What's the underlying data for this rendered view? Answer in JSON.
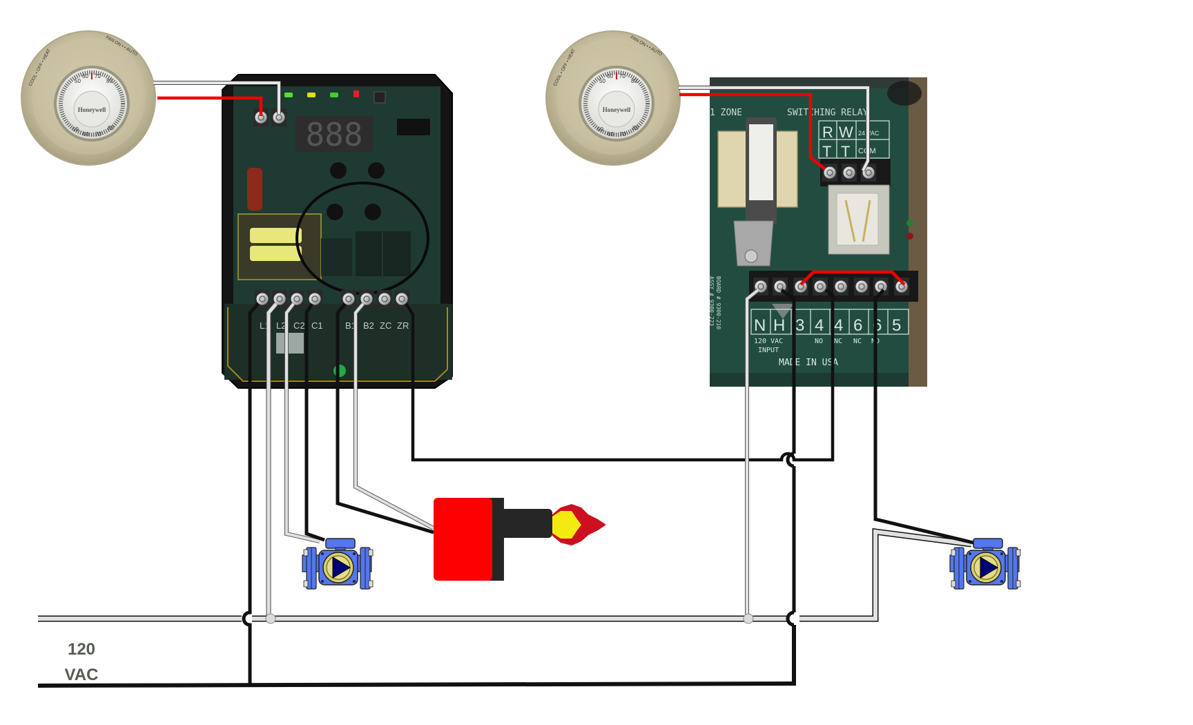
{
  "diagram": {
    "title": "Boiler zone wiring: two thermostats, aquastat control, switching relay, two circulator pumps, burner",
    "colors": {
      "hot_wire": "#111111",
      "neutral_wire": "#e0e0e0",
      "thermostat_wire_red": "#ee0000",
      "thermostat_wire_white": "#e8e8e8",
      "pcb_green": "#1f3a32",
      "relay_pcb_green": "#234c41",
      "pump_blue": "#5577ee",
      "burner_red": "#ff0000"
    },
    "power": {
      "label_line1": "120",
      "label_line2": "VAC"
    },
    "thermostat_left": {
      "brand": "Honeywell",
      "mode_label": "COOL • OFF • HEAT",
      "fan_label": "FAN ON • • AUTO",
      "dial_top": [
        "50",
        "60",
        "70",
        "80"
      ],
      "dial_bottom": [
        "50",
        "60",
        "70",
        "80"
      ]
    },
    "thermostat_right": {
      "brand": "Honeywell",
      "mode_label": "COOL • OFF • HEAT",
      "fan_label": "FAN ON • • AUTO",
      "dial_top": [
        "50",
        "60",
        "70",
        "80"
      ],
      "dial_bottom": [
        "50",
        "60",
        "70",
        "80"
      ]
    },
    "aquastat": {
      "display": "888",
      "terminals": [
        "L1",
        "L2",
        "C2",
        "C1",
        "B1",
        "B2",
        "ZC",
        "ZR"
      ]
    },
    "relay": {
      "header_left": "1 ZONE",
      "header_right": "SWITCHING RELAY",
      "top_labels": [
        [
          "R",
          "T"
        ],
        [
          "W",
          "T"
        ],
        [
          "24 VAC",
          "COM"
        ]
      ],
      "bottom_terminals": [
        "N",
        "H",
        "3",
        "4",
        "4",
        "6",
        "6",
        "5"
      ],
      "bottom_sublabels": [
        "",
        "",
        "",
        "NO",
        "NC",
        "NC",
        "NO",
        ""
      ],
      "input_label_1": "120 VAC",
      "input_label_2": "INPUT",
      "made_in": "MADE IN USA",
      "side_label_1": "BOARD # 9300-210",
      "side_label_2": "ASSY # 9300-223"
    },
    "components": {
      "pump_left": "circulator-pump",
      "pump_right": "circulator-pump",
      "burner": "burner-with-flame"
    }
  }
}
